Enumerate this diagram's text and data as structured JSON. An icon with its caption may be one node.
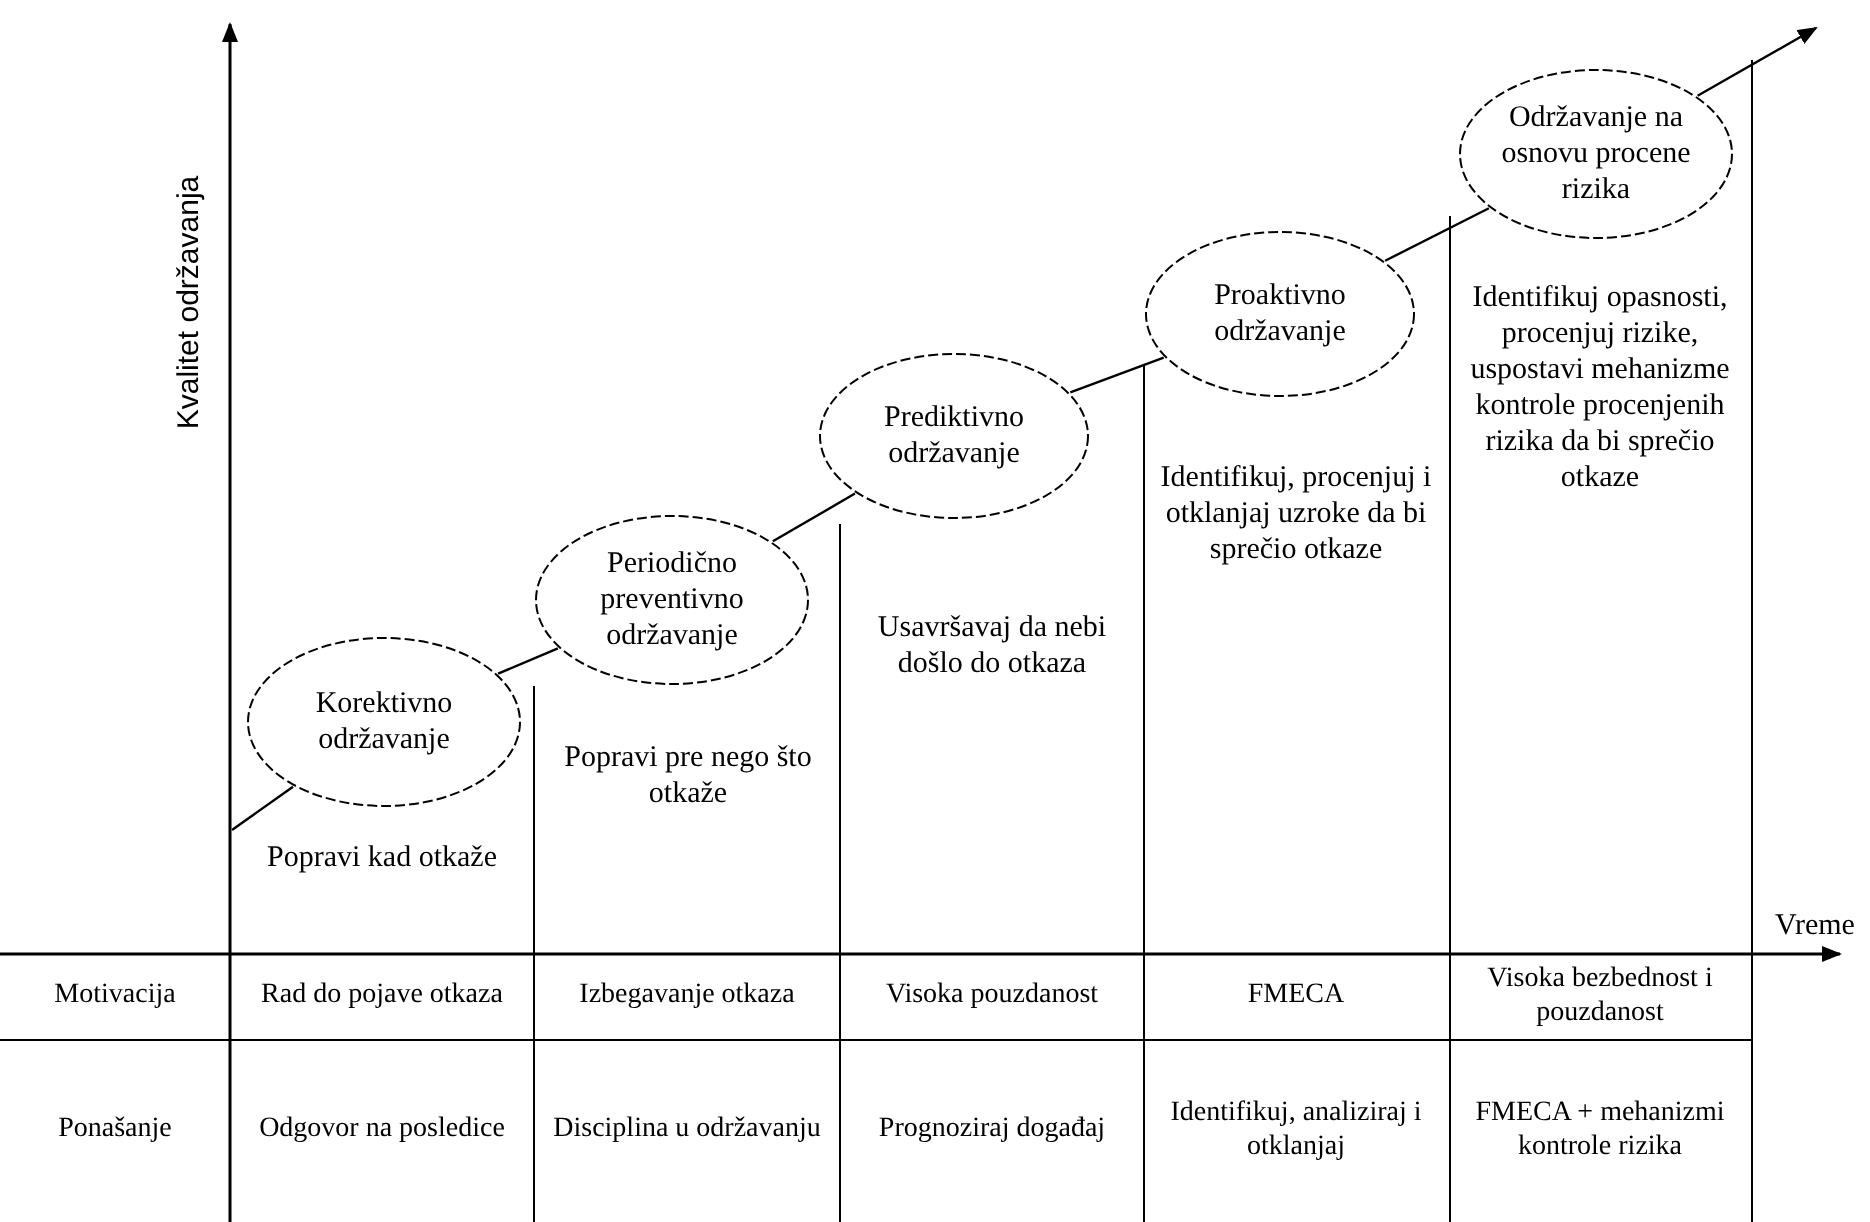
{
  "diagram": {
    "nodes": [
      {
        "text": [
          "Korektivno održavanje"
        ]
      },
      {
        "text": [
          "Periodično preventivno održavanje"
        ]
      },
      {
        "text": [
          "Prediktivno održavanje"
        ]
      },
      {
        "text": [
          "Proaktivno održavanje"
        ]
      },
      {
        "text": [
          "Održavanje na osnovu procene rizika"
        ]
      }
    ],
    "edges": [
      {
        "from": null,
        "to": 0,
        "arrow": "none"
      },
      {
        "from": 0,
        "to": 1,
        "arrow": "none"
      },
      {
        "from": 1,
        "to": 2,
        "arrow": "none"
      },
      {
        "from": 2,
        "to": 3,
        "arrow": "none"
      },
      {
        "from": 3,
        "to": 4,
        "arrow": "none"
      },
      {
        "from": 4,
        "to": null,
        "arrow": "to"
      }
    ],
    "labels": [
      "Kvalitet održavanja",
      "Popravi kad otkaže",
      "Popravi pre nego što otkaže",
      "Usavršavaj da nebi došlo do otkaza",
      "Identifikuj, procenjuj i otklanjaj uzroke da bi sprečio otkaze",
      "Identifikuj opasnosti, procenjuj rizike, uspostavi mehanizme kontrole procenjenih rizika da bi sprečio otkaze",
      "Vreme",
      "Motivacija",
      "Rad do pojave otkaza",
      "Izbegavanje otkaza",
      "Visoka pouzdanost",
      "FMECA",
      "Visoka bezbednost i pouzdanost",
      "Ponašanje",
      "Odgovor na posledice",
      "Disciplina u održavanju",
      "Prognoziraj događaj",
      "Identifikuj, analiziraj i otklanjaj",
      "FMECA + mehanizmi kontrole rizika"
    ]
  }
}
